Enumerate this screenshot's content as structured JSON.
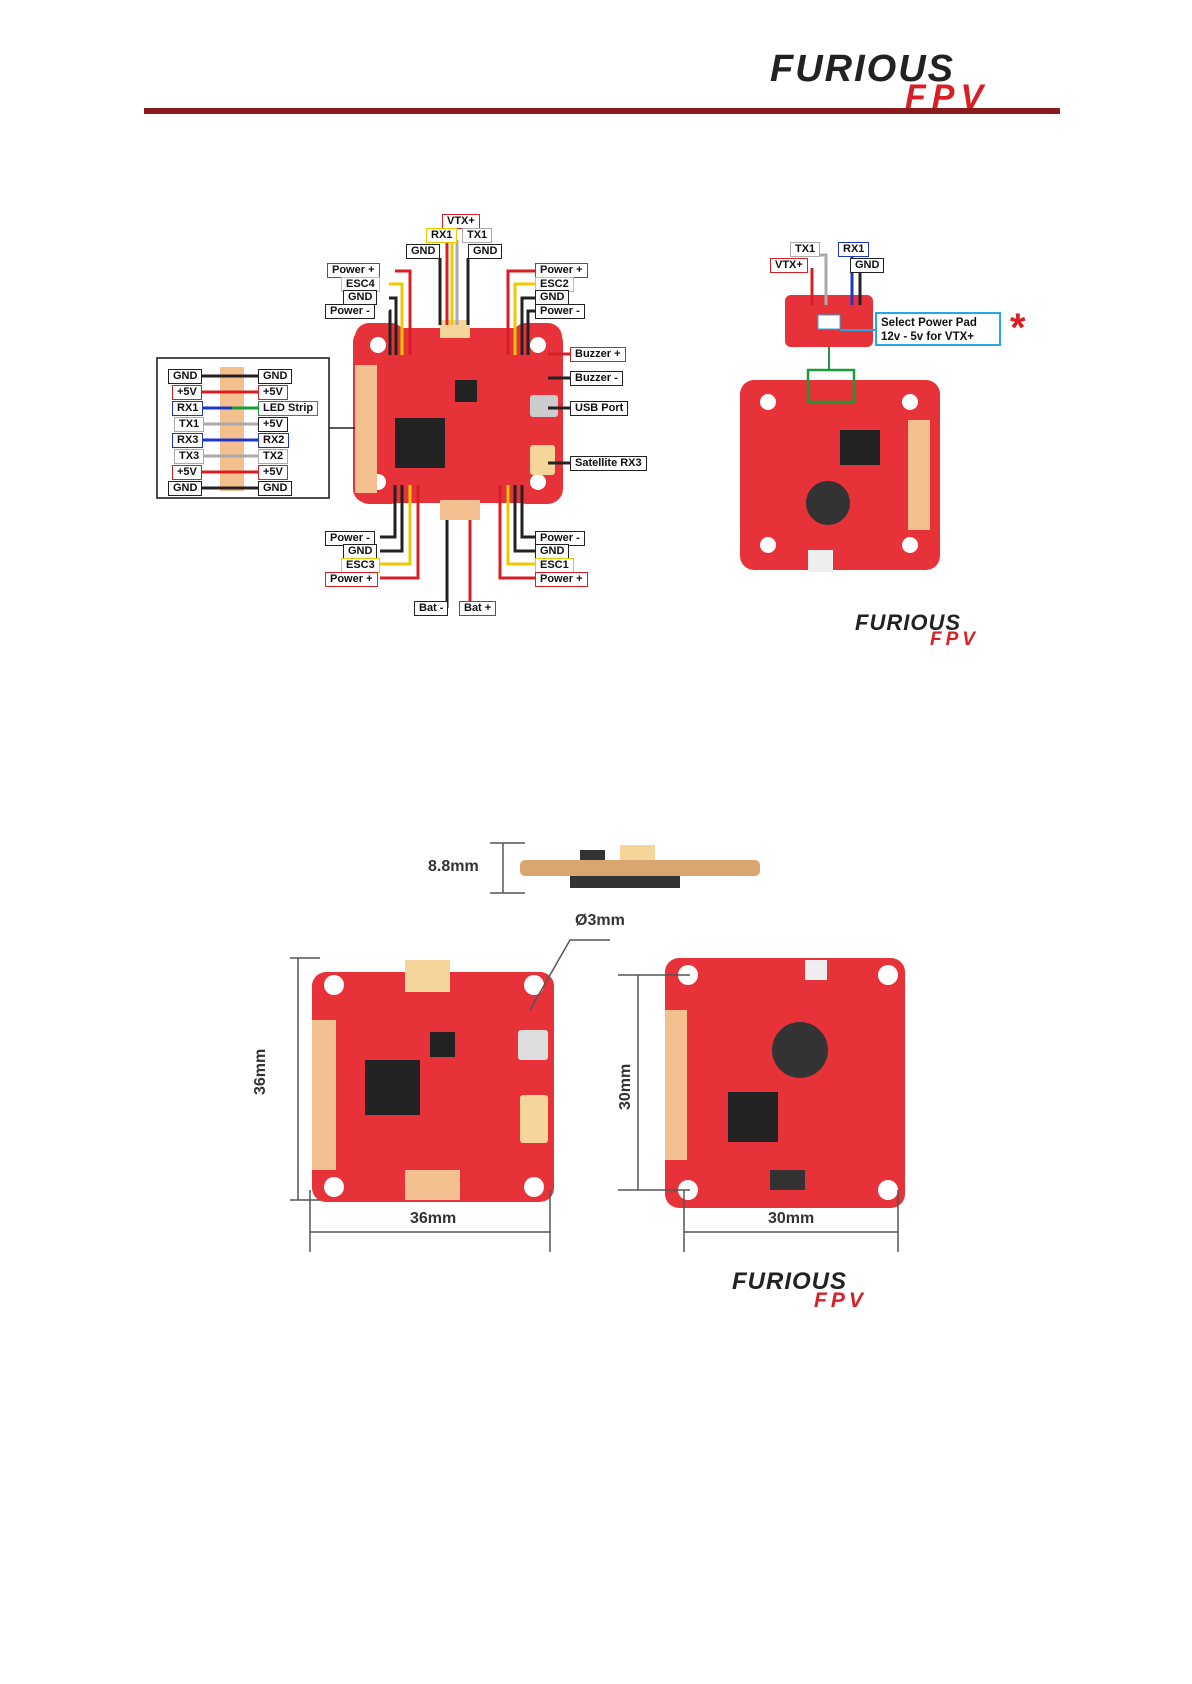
{
  "brand": {
    "name": "FURIOUS",
    "sub": "FPV",
    "red": "#d81f26",
    "dark": "#222222"
  },
  "header": {
    "rule_color": "#8b1a1a"
  },
  "pinout_top": {
    "vtx_plus": "VTX+",
    "rx1": "RX1",
    "tx1": "TX1",
    "gnd_l": "GND",
    "gnd_r": "GND",
    "left": [
      "Power +",
      "ESC4",
      "GND",
      "Power -"
    ],
    "right": [
      "Power +",
      "ESC2",
      "GND",
      "Power -"
    ],
    "buzzer_plus": "Buzzer +",
    "buzzer_minus": "Buzzer -",
    "usb": "USB Port",
    "sat": "Satellite RX3",
    "bottom_left": [
      "Power -",
      "GND",
      "ESC3",
      "Power +"
    ],
    "bottom_right": [
      "Power -",
      "GND",
      "ESC1",
      "Power +"
    ],
    "bat_minus": "Bat -",
    "bat_plus": "Bat +"
  },
  "pinout_side": {
    "left": [
      "GND",
      "+5V",
      "RX1",
      "TX1",
      "RX3",
      "TX3",
      "+5V",
      "GND"
    ],
    "right": [
      "GND",
      "+5V",
      "LED Strip",
      "+5V",
      "RX2",
      "TX2",
      "+5V",
      "GND"
    ]
  },
  "pdb": {
    "tx1": "TX1",
    "rx1": "RX1",
    "vtx_plus": "VTX+",
    "gnd": "GND",
    "select_line1": "Select Power Pad",
    "select_line2": "12v - 5v for VTX+",
    "asterisk": "*"
  },
  "dimensions": {
    "height": "8.8mm",
    "hole": "Ø3mm",
    "fc_v": "36mm",
    "fc_h": "36mm",
    "pdb_v": "30mm",
    "pdb_h": "30mm"
  }
}
